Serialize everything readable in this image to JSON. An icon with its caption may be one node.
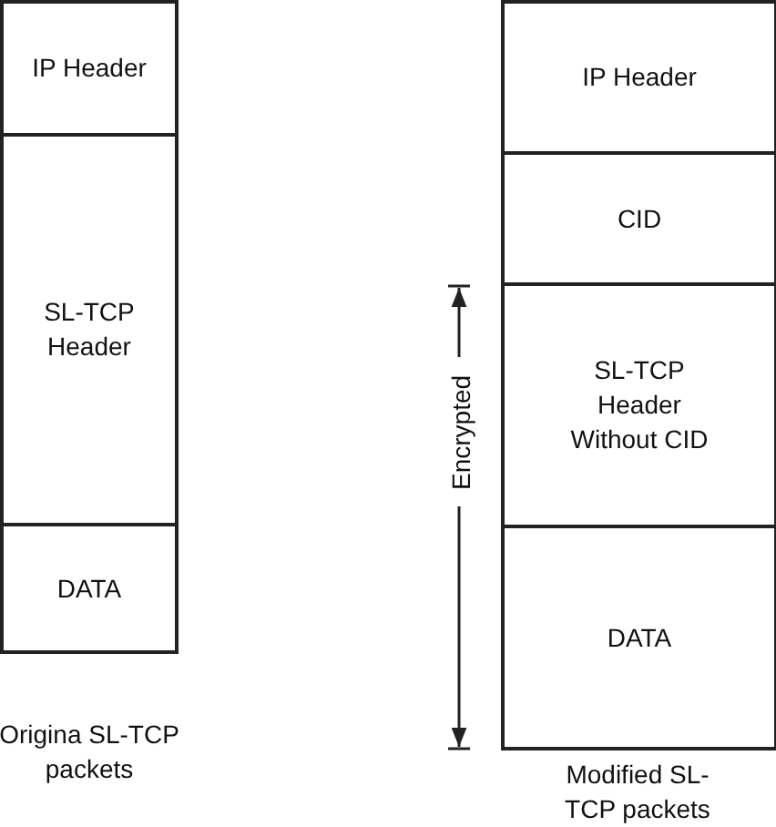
{
  "diagram": {
    "nodes": [
      {
        "text": [
          "IP Header"
        ]
      },
      {
        "text": [
          "SL-TCP Header"
        ]
      },
      {
        "text": [
          "DATA"
        ]
      },
      {
        "text": [
          "IP Header"
        ]
      },
      {
        "text": [
          "CID"
        ]
      },
      {
        "text": [
          "SL-TCP Header Without CID"
        ]
      },
      {
        "text": [
          "DATA"
        ]
      }
    ],
    "edges": [],
    "labels": [
      "Encrypted",
      "Origina SL-TCP packets",
      "Modified SL-TCP packets"
    ]
  }
}
